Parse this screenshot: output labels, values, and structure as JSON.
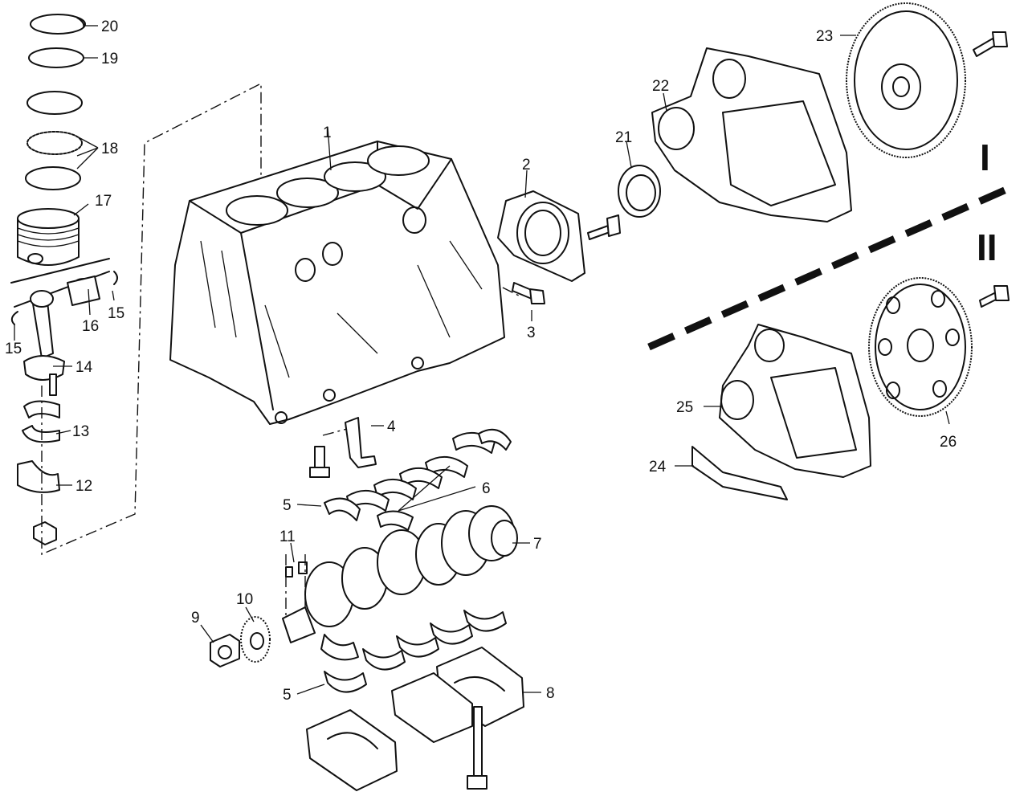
{
  "diagram": {
    "section_marks": {
      "upper": "I",
      "lower": "II"
    },
    "callouts": [
      {
        "id": "1",
        "text": "1"
      },
      {
        "id": "2",
        "text": "2"
      },
      {
        "id": "3",
        "text": "3"
      },
      {
        "id": "4",
        "text": "4"
      },
      {
        "id": "5a",
        "text": "5"
      },
      {
        "id": "5b",
        "text": "5"
      },
      {
        "id": "6",
        "text": "6"
      },
      {
        "id": "7",
        "text": "7"
      },
      {
        "id": "8",
        "text": "8"
      },
      {
        "id": "9",
        "text": "9"
      },
      {
        "id": "10",
        "text": "10"
      },
      {
        "id": "11",
        "text": "11"
      },
      {
        "id": "12",
        "text": "12"
      },
      {
        "id": "13",
        "text": "13"
      },
      {
        "id": "14",
        "text": "14"
      },
      {
        "id": "15a",
        "text": "15"
      },
      {
        "id": "15b",
        "text": "15"
      },
      {
        "id": "16",
        "text": "16"
      },
      {
        "id": "17",
        "text": "17"
      },
      {
        "id": "18",
        "text": "18"
      },
      {
        "id": "19",
        "text": "19"
      },
      {
        "id": "20",
        "text": "20"
      },
      {
        "id": "21",
        "text": "21"
      },
      {
        "id": "22",
        "text": "22"
      },
      {
        "id": "23",
        "text": "23"
      },
      {
        "id": "24",
        "text": "24"
      },
      {
        "id": "25",
        "text": "25"
      },
      {
        "id": "26",
        "text": "26"
      }
    ]
  }
}
